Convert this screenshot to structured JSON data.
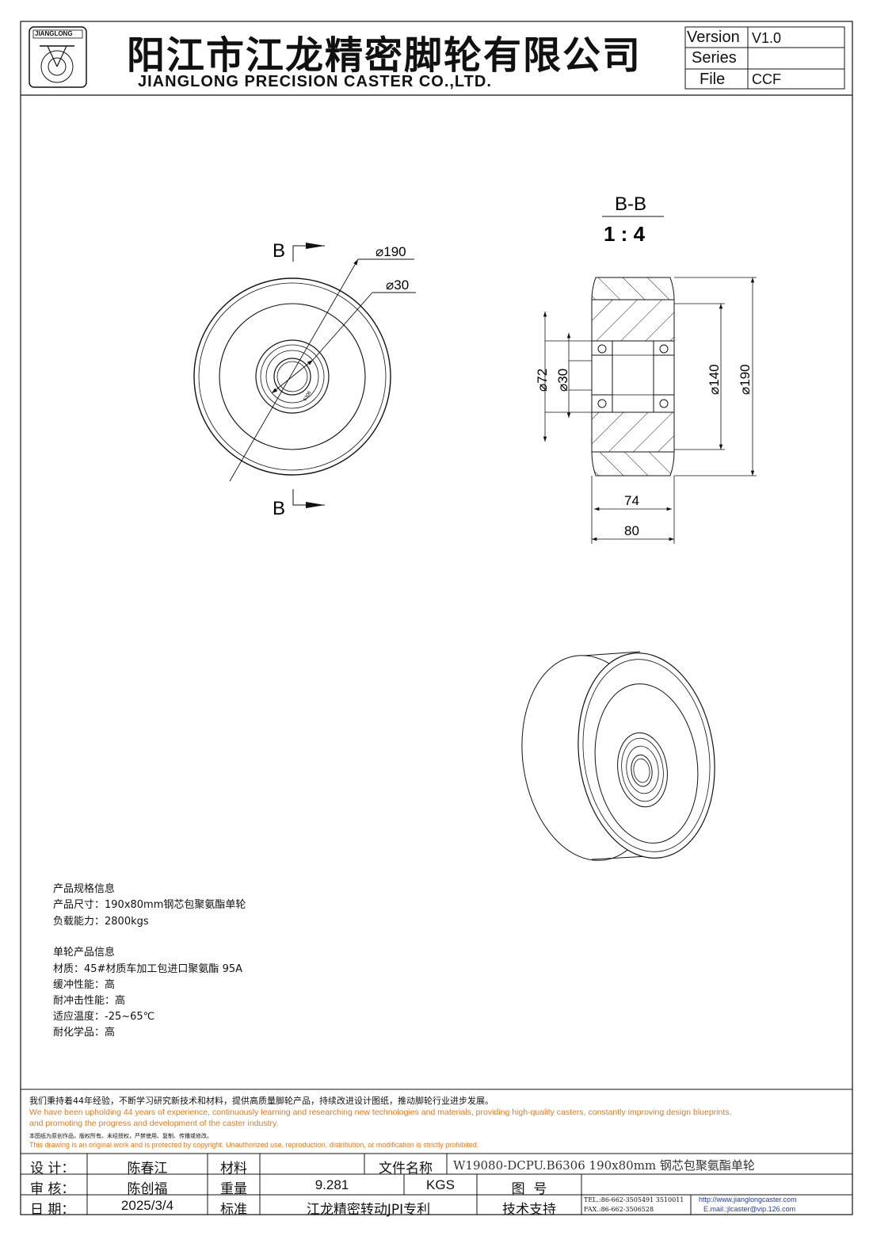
{
  "header": {
    "logo_text": "JIANGLONG",
    "company_cn": "阳江市江龙精密脚轮有限公司",
    "company_en": "JIANGLONG PRECISION CASTER CO.,LTD.",
    "version_label": "Version",
    "version_value": "V1.0",
    "series_label": "Series",
    "series_value": "",
    "file_label": "File",
    "file_value": "CCF"
  },
  "front_view": {
    "section_mark_top": "B",
    "section_mark_bottom": "B",
    "dim_outer": "⌀190",
    "dim_bore": "⌀30",
    "hub_mark": "6306"
  },
  "section_view": {
    "title": "B-B",
    "scale": "1 : 4",
    "dim_bearing_od": "⌀72",
    "dim_bore": "⌀30",
    "dim_hub": "⌀140",
    "dim_outer": "⌀190",
    "dim_width_inner": "74",
    "dim_width_outer": "80"
  },
  "specs": {
    "heading1": "产品规格信息",
    "size": "产品尺寸：190x80mm钢芯包聚氨酯单轮",
    "load": "负载能力：2800kgs",
    "heading2": "单轮产品信息",
    "material": "材质：45#材质车加工包进口聚氨酯 95A",
    "cushion": "缓冲性能：高",
    "impact": "耐冲击性能：高",
    "temperature": "适应温度：-25~65℃",
    "chemical": "耐化学品：高"
  },
  "footer": {
    "statement_cn": "我们秉持着44年经验，不断学习研究新技术和材料，提供高质量脚轮产品，持续改进设计图纸，推动脚轮行业进步发展。",
    "statement_en_line1": "We have been upholding 44 years of experience, continuously learning and researching new technologies and materials, providing high-quality casters, constantly improving design blueprints,",
    "statement_en_line2": "and promoting the progress and development of the caster industry.",
    "copyright_cn": "本图纸为原创作品，版权所有。未经授权，严禁使用、复制、传播或修改。",
    "copyright_en": "This drawing is an original work and is protected by copyright. Unauthorized use, reproduction, distribution, or modification is strictly prohibited."
  },
  "title_block": {
    "design_label": "设 计：",
    "designer": "陈春江",
    "material_label": "材料",
    "material_value": "",
    "filename_label": "文件名称",
    "filename_value": "W19080-DCPU.B6306 190x80mm 钢芯包聚氨酯单轮",
    "review_label": "审 核：",
    "reviewer": "陈创福",
    "weight_label": "重量",
    "weight_value": "9.281",
    "weight_unit": "KGS",
    "drawing_no_label": "图  号",
    "drawing_no_value": "",
    "date_label": "日 期：",
    "date_value": "2025/3/4",
    "standard_label": "标准",
    "standard_value": "江龙精密转动JPI专利",
    "support_label": "技术支持",
    "tel": "TEL.:86-662-3505491 3510011",
    "fax": "FAX.:86-662-3506528",
    "web": "http://www.jianglongcaster.com",
    "email": "E.mail.:jlcaster@vip.126.com"
  }
}
